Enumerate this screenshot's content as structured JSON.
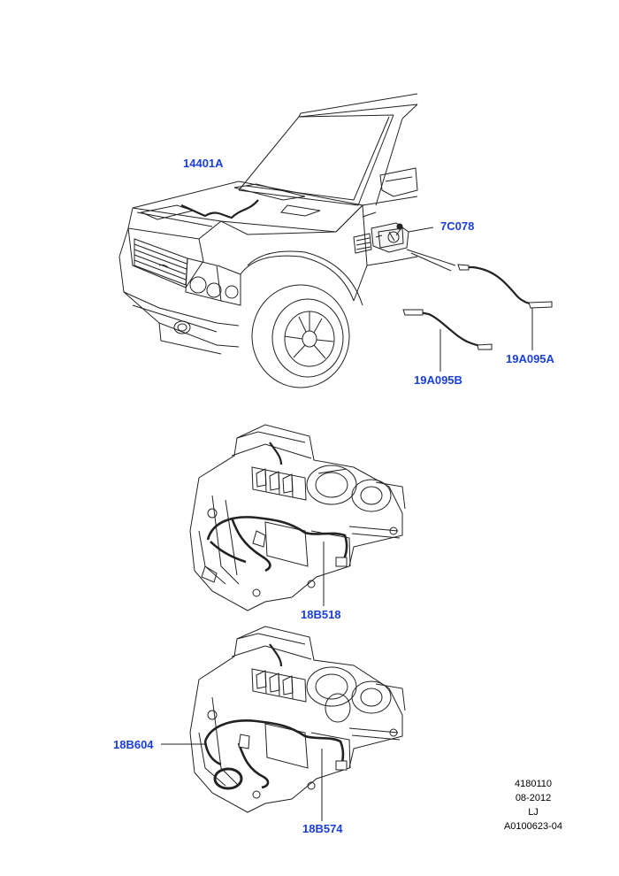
{
  "callouts": {
    "bonnet_harness": "14401A",
    "actuator": "7C078",
    "cable_a": "19A095A",
    "cable_b": "19A095B",
    "heater_harness_1": "18B518",
    "heater_harness_2a": "18B604",
    "heater_harness_2b": "18B574"
  },
  "footer": {
    "number": "4180110",
    "date": "08-2012",
    "initials": "LJ",
    "reference": "A0100623-04"
  },
  "colors": {
    "label": "#1a3fd6",
    "line": "#222222"
  }
}
